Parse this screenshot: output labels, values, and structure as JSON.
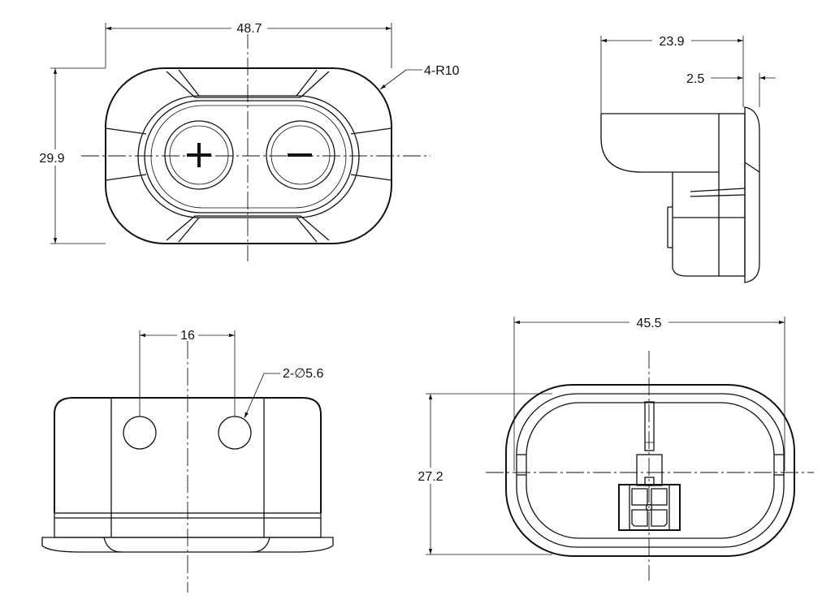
{
  "drawing": {
    "top_view": {
      "width_dim": "48.7",
      "height_dim": "29.9",
      "radius_note": "4-R10"
    },
    "side_view": {
      "depth_dim": "23.9",
      "flange_dim": "2.5"
    },
    "front_view": {
      "hole_spacing_dim": "16",
      "hole_note": "2-∅5.6"
    },
    "back_view": {
      "width_dim": "45.5",
      "height_dim": "27.2"
    }
  }
}
